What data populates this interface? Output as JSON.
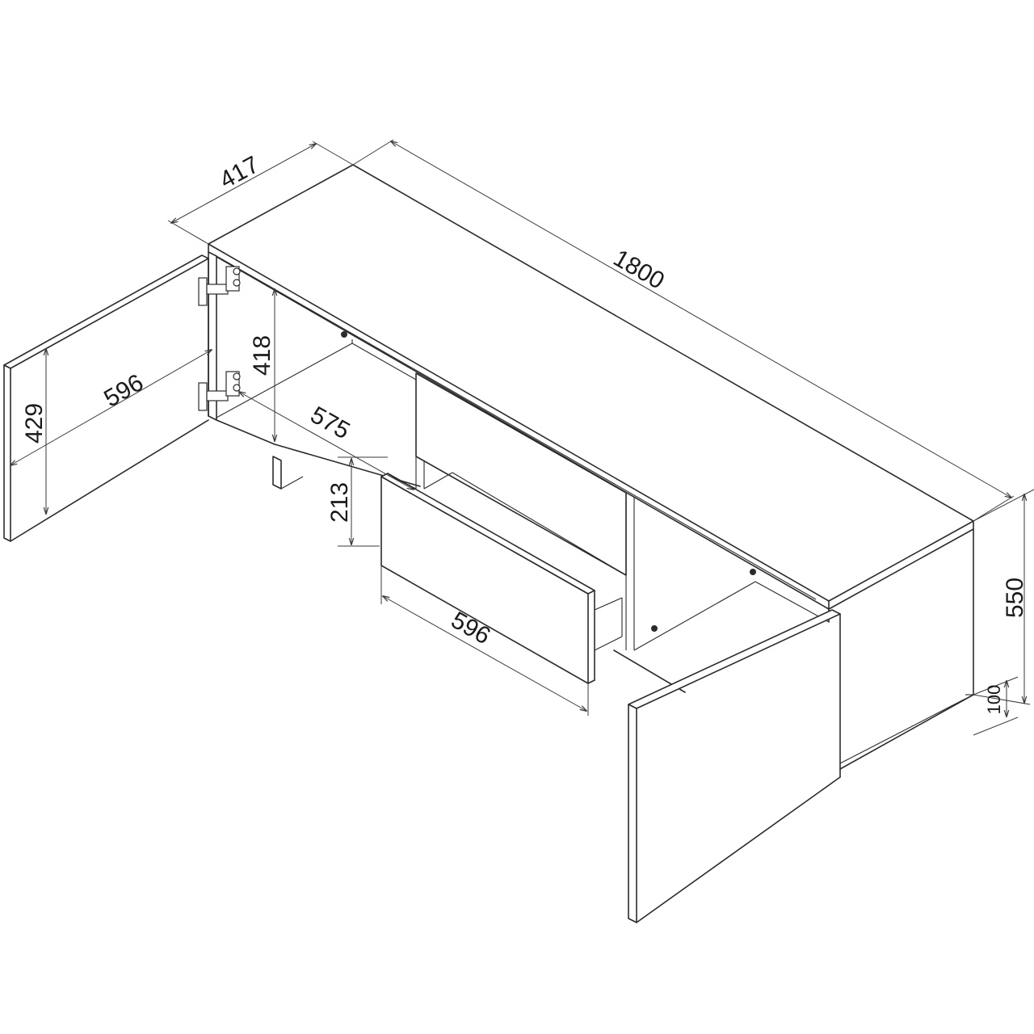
{
  "dimensions": {
    "depth": "417",
    "width": "1800",
    "door_width": "596",
    "door_height": "429",
    "inner_height": "418",
    "inner_depth": "575",
    "drawer_height": "213",
    "drawer_width": "596",
    "total_height": "550",
    "leg_height": "100"
  }
}
